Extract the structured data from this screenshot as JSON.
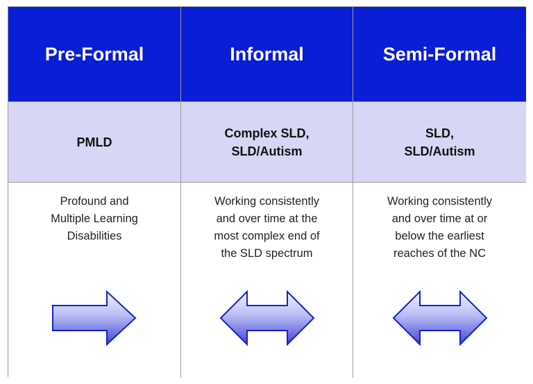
{
  "columns": [
    {
      "header": "Pre-Formal",
      "group": "PMLD",
      "description": "Profound and\nMultiple Learning\nDisabilities",
      "arrow": "right-arrow-icon"
    },
    {
      "header": "Informal",
      "group": "Complex SLD,\nSLD/Autism",
      "description": "Working consistently\nand over time at the\nmost complex end of\nthe SLD spectrum",
      "arrow": "double-arrow-icon"
    },
    {
      "header": "Semi-Formal",
      "group": "SLD,\nSLD/Autism",
      "description": "Working consistently\nand over time at or\nbelow the earliest\nreaches of the NC",
      "arrow": "double-arrow-icon"
    }
  ],
  "colors": {
    "header_bg": "#0a1ed6",
    "subheader_bg": "#d7d6f4",
    "arrow_fill_light": "#eef0ff",
    "arrow_fill_dark": "#4a50d8",
    "arrow_stroke": "#1a1fc8"
  }
}
